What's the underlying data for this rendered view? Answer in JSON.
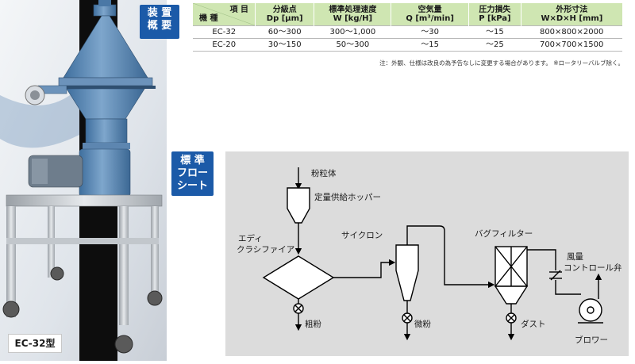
{
  "photo": {
    "caption": "EC-32型"
  },
  "spec_tag": {
    "line1": "装 置",
    "line2": "概 要"
  },
  "flow_tag": {
    "line1": "標 準",
    "line2": "フロー",
    "line3": "シート"
  },
  "spec_table": {
    "corner_item": "項 目",
    "corner_model": "機 種",
    "headers": [
      {
        "line1": "分級点",
        "line2": "Dp [μm]"
      },
      {
        "line1": "標準処理速度",
        "line2": "W [kg/H]"
      },
      {
        "line1": "空気量",
        "line2": "Q [m³/min]"
      },
      {
        "line1": "圧力損失",
        "line2": "P [kPa]"
      },
      {
        "line1": "外形寸法",
        "line2": "W×D×H [mm]"
      }
    ],
    "rows": [
      [
        "EC-32",
        "60～300",
        "300～1,000",
        "～30",
        "～15",
        "800×800×2000"
      ],
      [
        "EC-20",
        "30～150",
        "50～300",
        "～15",
        "～25",
        "700×700×1500"
      ]
    ]
  },
  "note": "注：外観、仕様は改良の為予告なしに変更する場合があります。 ※ロータリーバルブ除く。",
  "flow": {
    "powder": "粉粒体",
    "hopper": "定量供給ホッパー",
    "classifier_line1": "エディ",
    "classifier_line2": "クラシファイア",
    "cyclone": "サイクロン",
    "bagfilter": "バグフィルター",
    "damper_line1": "風量",
    "damper_line2": "コントロール弁",
    "coarse": "粗粉",
    "fine": "微粉",
    "dust": "ダスト",
    "blower": "ブロワー"
  }
}
